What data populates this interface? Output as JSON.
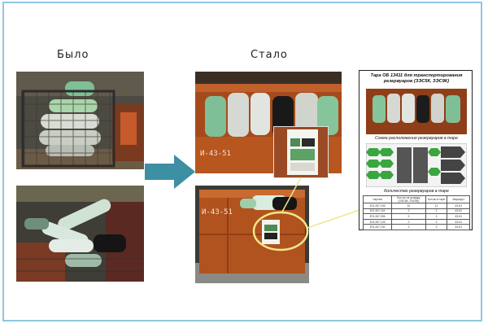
{
  "labels": {
    "before": "Было",
    "after": "Стало"
  },
  "box_marking": "И-43-51",
  "sheet": {
    "title_line1": "Тара ОБ 13411 для транспортирования",
    "title_line2": "резервуаров (ЗЭС5К, ЗЭС9К)",
    "scheme_caption": "Схема расположения резервуаров в таре",
    "count_caption": "Количество резервуаров в таре",
    "table_headers": [
      "Чертеж",
      "Кол-во на укладку (ЗЭС5К, ЗЭС9К)",
      "Кол-во в таре",
      "Маршрут"
    ],
    "table_rows": [
      [
        "874.267.106",
        "10",
        "12",
        "43-51"
      ],
      [
        "874.267.116",
        "2",
        "2",
        "43-51"
      ],
      [
        "874.267.005",
        "2",
        "2",
        "43-51"
      ],
      [
        "874.267.126",
        "2",
        "2",
        "43-51"
      ],
      [
        "874.267.130",
        "2",
        "2",
        "43-51"
      ]
    ]
  },
  "colors": {
    "frame": "#8ec7e0",
    "arrow": "#3d8fa3",
    "highlight": "#f0e88a",
    "box": "#b5541f"
  }
}
